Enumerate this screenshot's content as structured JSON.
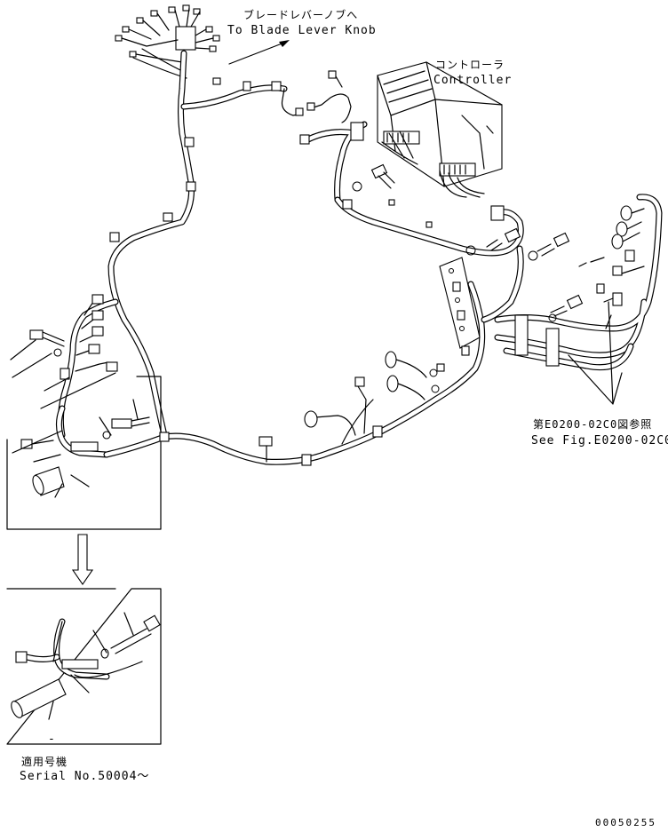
{
  "labels": {
    "blade_lever_jp": "ブレードレバーノブへ",
    "blade_lever_en": "To Blade Lever Knob",
    "controller_jp": "コントローラ",
    "controller_en": "Controller",
    "see_fig_jp": "第E0200-02C0図参照",
    "see_fig_en": "See Fig.E0200-02C0",
    "serial_jp": "適用号機",
    "serial_en": "Serial No.50004～",
    "detail_dash": "-",
    "drawing_code": "00050255"
  },
  "icons": {
    "down_arrow": "hollow-down-arrow-icon",
    "leader_arrow": "leader-arrow-icon"
  },
  "colors": {
    "ink": "#000000",
    "paper": "#ffffff"
  }
}
